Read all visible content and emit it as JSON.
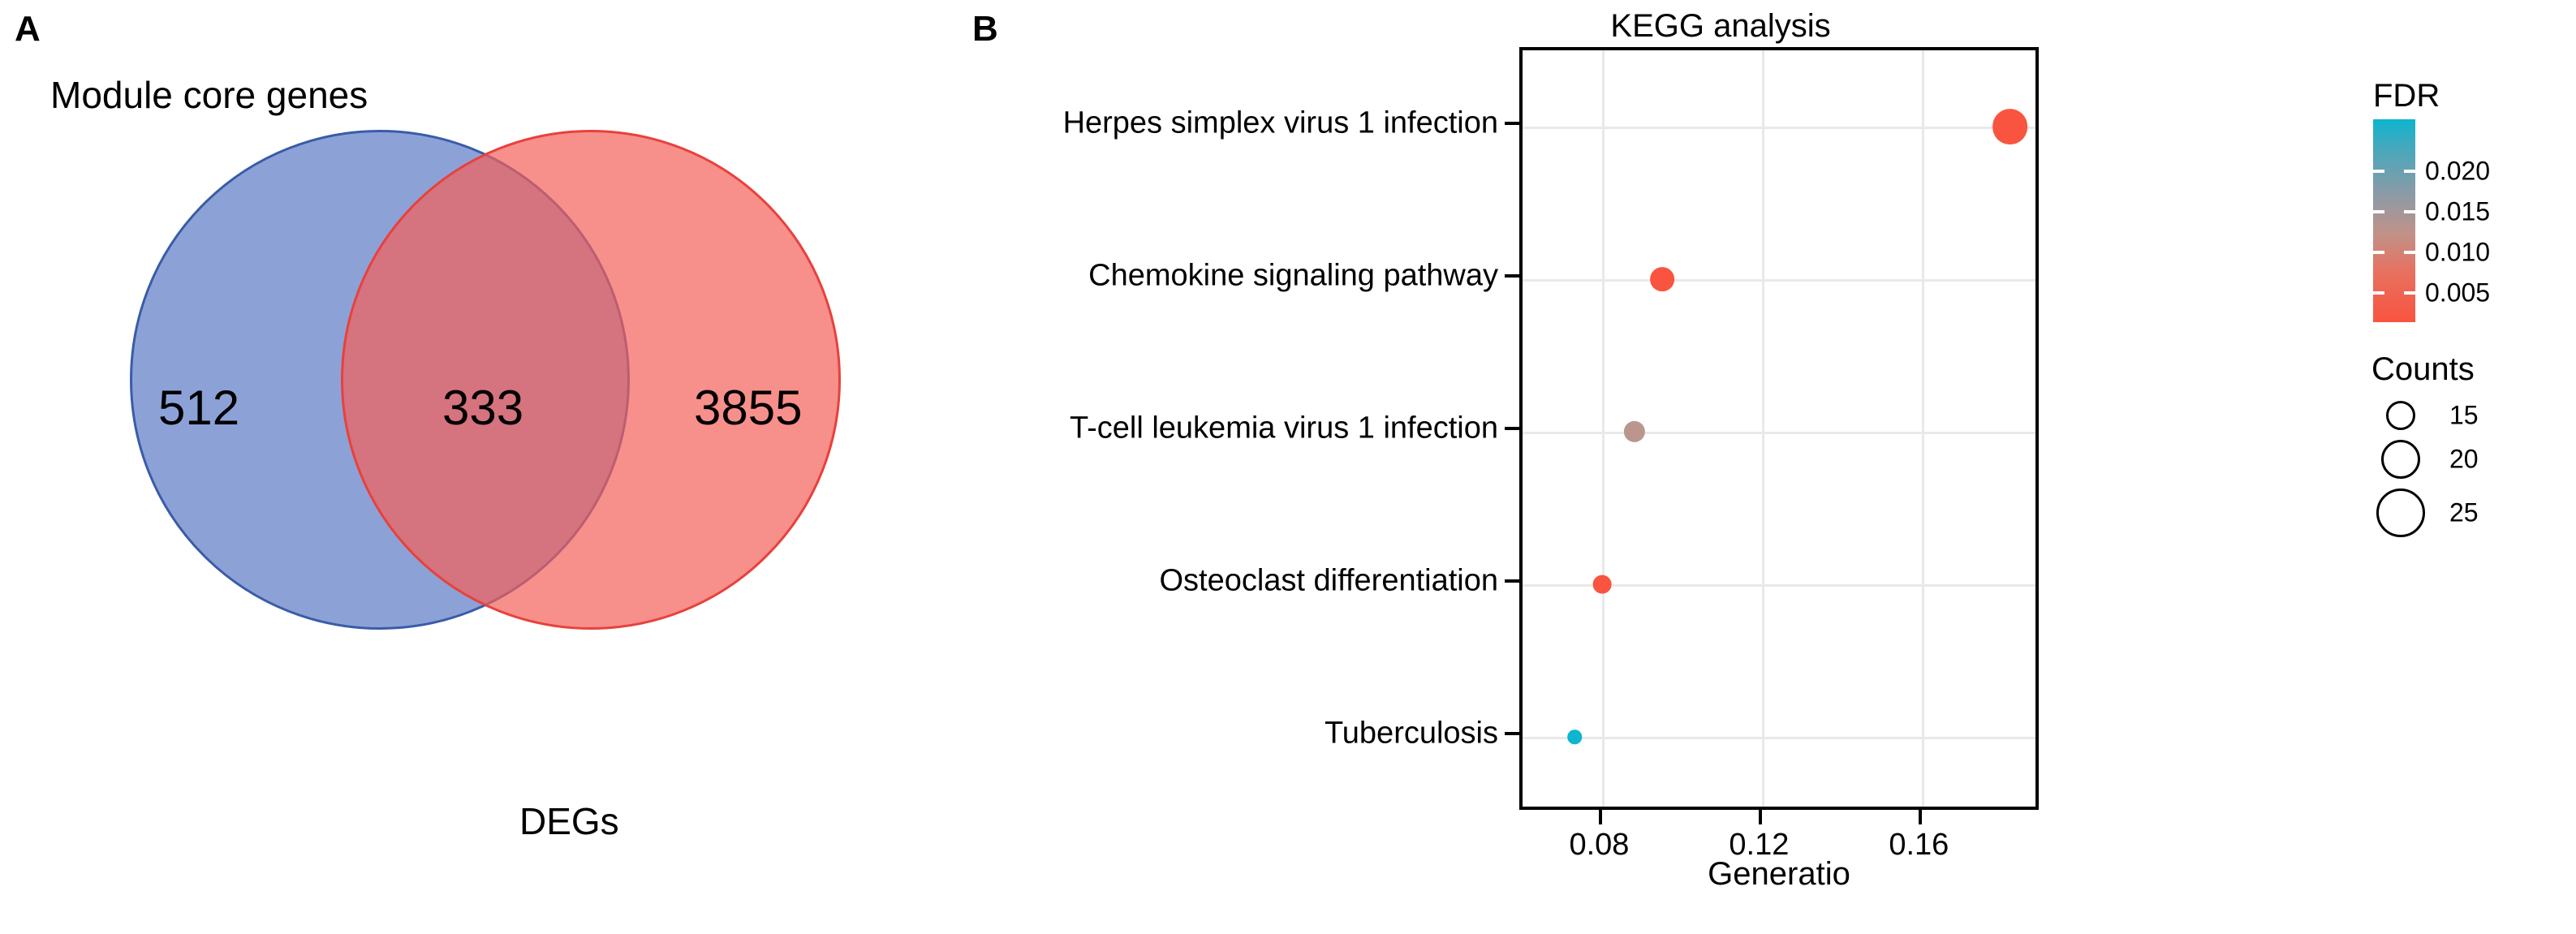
{
  "figure": {
    "panel_a_letter": "A",
    "panel_b_letter": "B"
  },
  "venn": {
    "left_set_label": "Module core genes",
    "bottom_set_label": "DEGs",
    "left_only_count": "512",
    "intersection_count": "333",
    "right_only_count": "3855",
    "left_color": "#4669BE",
    "right_color": "#F45F5A"
  },
  "chart_data": {
    "type": "scatter",
    "title": "KEGG analysis",
    "xlabel": "Generatio",
    "ylabel": "",
    "xlim": [
      0.06,
      0.19
    ],
    "xticks": [
      0.08,
      0.12,
      0.16
    ],
    "xtick_labels": [
      "0.08",
      "0.12",
      "0.16"
    ],
    "grid": true,
    "categories": [
      "Herpes simplex virus 1 infection",
      "Chemokine signaling pathway",
      "T-cell leukemia virus 1 infection",
      "Osteoclast differentiation",
      "Tuberculosis"
    ],
    "points": [
      {
        "term": "Herpes simplex virus 1 infection",
        "generatio": 0.182,
        "fdr": 0.004,
        "counts": 27,
        "color": "#F9543F"
      },
      {
        "term": "Chemokine signaling pathway",
        "generatio": 0.095,
        "fdr": 0.004,
        "counts": 19,
        "color": "#F9543F"
      },
      {
        "term": "T-cell leukemia virus 1 infection",
        "generatio": 0.088,
        "fdr": 0.012,
        "counts": 17,
        "color": "#BA968E"
      },
      {
        "term": "Osteoclast differentiation",
        "generatio": 0.08,
        "fdr": 0.004,
        "counts": 15,
        "color": "#F9543F"
      },
      {
        "term": "Tuberculosis",
        "generatio": 0.073,
        "fdr": 0.022,
        "counts": 12,
        "color": "#0DB5CF"
      }
    ]
  },
  "legend": {
    "fdr_title": "FDR",
    "fdr_ticks": [
      "0.020",
      "0.015",
      "0.010",
      "0.005"
    ],
    "fdr_color_high": "#0DB5CF",
    "fdr_color_low": "#F9543F",
    "counts_title": "Counts",
    "counts_items": [
      {
        "label": "15",
        "size": 36
      },
      {
        "label": "20",
        "size": 48
      },
      {
        "label": "25",
        "size": 60
      }
    ]
  }
}
